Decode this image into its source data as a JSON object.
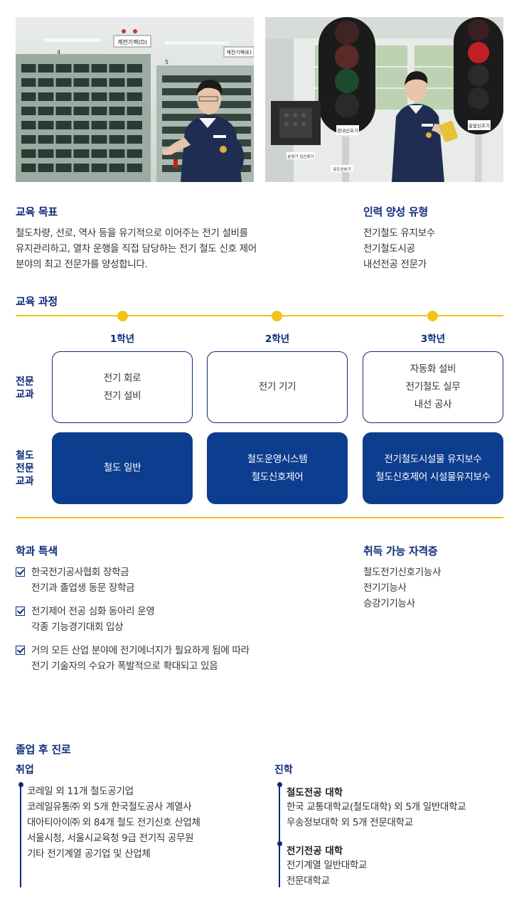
{
  "education_goal": {
    "title": "교육 목표",
    "lines": [
      "철도차량, 선로, 역사 등을 유기적으로 이어주는 전기 설비를",
      "유지관리하고, 열차 운행을 직접 담당하는 전기 철도 신호 제어",
      "분야의 최고 전문가를 양성합니다."
    ]
  },
  "talent_types": {
    "title": "인력 양성 유형",
    "items": [
      "전기철도 유지보수",
      "전기철도시공",
      "내선전공 전문가"
    ]
  },
  "curriculum": {
    "title": "교육 과정",
    "years": [
      "1학년",
      "2학년",
      "3학년"
    ],
    "row1_label": [
      "전문",
      "교과"
    ],
    "row2_label": [
      "철도",
      "전문",
      "교과"
    ],
    "major_subjects": [
      [
        "전기 회로",
        "전기 설비"
      ],
      [
        "전기 기기"
      ],
      [
        "자동화 설비",
        "전기철도 실무",
        "내선 공사"
      ]
    ],
    "railway_subjects": [
      [
        "철도 일반"
      ],
      [
        "철도운영시스템",
        "철도신호제어"
      ],
      [
        "전기철도시설물 유지보수",
        "철도신호제어 시설물유지보수"
      ]
    ]
  },
  "features": {
    "title": "학과 특색",
    "items": [
      [
        "한국전기공사협회 장학금",
        "전기과 졸업생 동문 장학금"
      ],
      [
        "전기제어 전공 심화 동아리 운영",
        "각종 기능경기대회 입상"
      ],
      [
        "거의 모든 산업 분야에 전기에너지가 필요하게 됨에 따라",
        "전기 기술자의 수요가 폭발적으로 확대되고 있음"
      ]
    ]
  },
  "certificates": {
    "title": "취득 가능 자격증",
    "items": [
      "철도전기신호기능사",
      "전기기능사",
      "승강기기능사"
    ]
  },
  "career": {
    "title": "졸업 후 진로",
    "employment": {
      "label": "취업",
      "items": [
        "코레일 외 11개 철도공기업",
        "코레일유통㈜ 외 5개 한국철도공사 계열사",
        "대아티아이㈜ 외 84개 철도 전기신호 산업체",
        "서울시청, 서울시교육청 9급 전기직 공무원",
        "기타 전기계열 공기업 및 산업체"
      ]
    },
    "advancement": {
      "label": "진학",
      "groups": [
        {
          "title": "철도전공 대학",
          "items": [
            "한국 교통대학교(철도대학) 외 5개 일반대학교",
            "우송정보대학 외 5개 전문대학교"
          ]
        },
        {
          "title": "전기전공 대학",
          "items": [
            "전기계열 일반대학교",
            "전문대학교"
          ]
        }
      ]
    }
  },
  "photos": {
    "left_sign_1": "계전기랙(D)",
    "left_sign_2": "계전기랙(E)",
    "left_num_1": "4",
    "left_num_2": "5",
    "right_sign_1": "장내신호기",
    "right_sign_2": "출발신호기",
    "right_sign_3": "유도신호기",
    "right_sign_4": "분위기 입신호기"
  },
  "colors": {
    "navy": "#0d2a7a",
    "box_navy": "#0d3d8e",
    "yellow": "#f2c318"
  }
}
